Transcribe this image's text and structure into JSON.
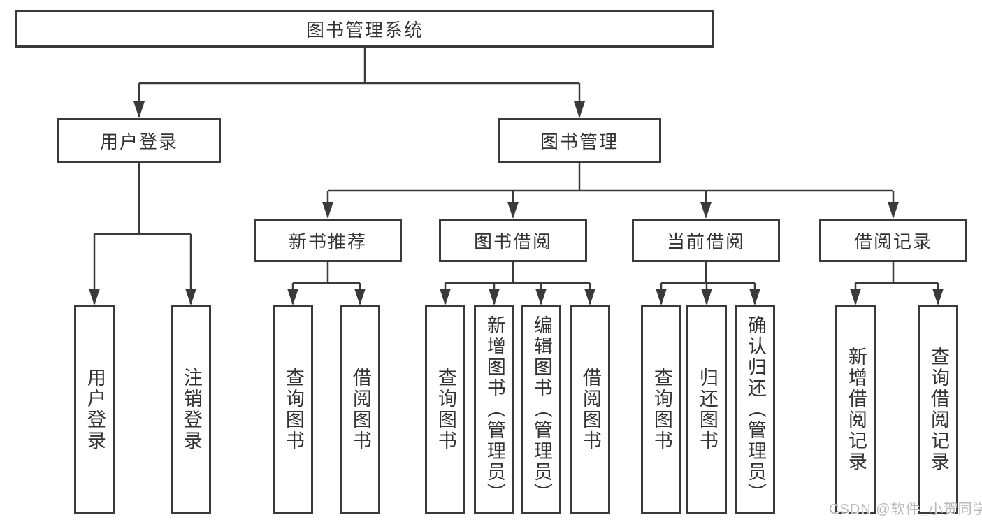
{
  "colors": {
    "line": "#3a3a3a",
    "box_border": "#3a3a3a",
    "text": "#333333",
    "background": "#ffffff",
    "watermark": "#b9b9b9"
  },
  "watermark": {
    "text": "CSDN @软件_小贺同学"
  },
  "hierarchy": {
    "label": "图书管理系统",
    "children": [
      {
        "label": "用户登录",
        "children": [
          {
            "label": "用户登录"
          },
          {
            "label": "注销登录"
          }
        ]
      },
      {
        "label": "图书管理",
        "children": [
          {
            "label": "新书推荐",
            "children": [
              {
                "label": "查询图书"
              },
              {
                "label": "借阅图书"
              }
            ]
          },
          {
            "label": "图书借阅",
            "children": [
              {
                "label": "查询图书"
              },
              {
                "label": "新增图书（管理员）"
              },
              {
                "label": "编辑图书（管理员）"
              },
              {
                "label": "借阅图书"
              }
            ]
          },
          {
            "label": "当前借阅",
            "children": [
              {
                "label": "查询图书"
              },
              {
                "label": "归还图书"
              },
              {
                "label": "确认归还（管理员）"
              }
            ]
          },
          {
            "label": "借阅记录",
            "children": [
              {
                "label": "新增借阅记录"
              },
              {
                "label": "查询借阅记录"
              }
            ]
          }
        ]
      }
    ]
  }
}
